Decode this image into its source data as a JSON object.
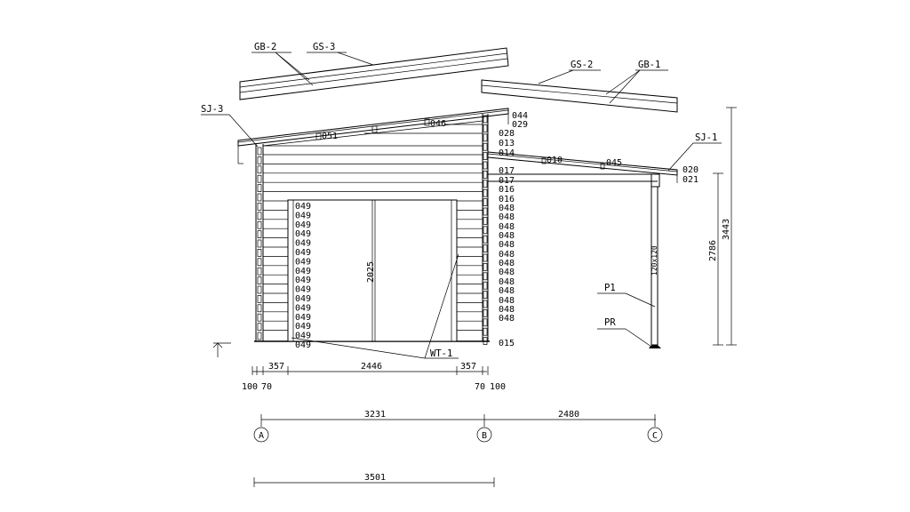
{
  "roof_labels": {
    "gb2": "GB-2",
    "gs3": "GS-3",
    "gs2": "GS-2",
    "gb1": "GB-1",
    "sj3": "SJ-3",
    "sj1": "SJ-1"
  },
  "right_wall_codes": [
    "044",
    "029",
    "028",
    "013",
    "014",
    "017",
    "017",
    "016",
    "016",
    "048",
    "048",
    "048",
    "048",
    "048",
    "048",
    "048",
    "048",
    "048",
    "048",
    "048",
    "048",
    "048",
    "015"
  ],
  "left_opening_codes": [
    "049",
    "049",
    "049",
    "049",
    "049",
    "049",
    "049",
    "049",
    "049",
    "049",
    "049",
    "049",
    "049",
    "049",
    "049",
    "049"
  ],
  "roof_codes": {
    "top1": "051",
    "top2": "046",
    "canopy1": "010",
    "canopy2": "045",
    "canopy_end1": "020",
    "canopy_end2": "021"
  },
  "heights": {
    "door": "2025",
    "post": "120x120",
    "canopy_height": "2786",
    "total_height": "3443"
  },
  "element_labels": {
    "window_tag": "WT-1",
    "post": "P1",
    "post_base": "PR"
  },
  "dimensions": {
    "wall_left": "357",
    "opening": "2446",
    "wall_right": "357",
    "thick_left_a": "100",
    "thick_left_b": "70",
    "thick_right_a": "70",
    "thick_right_b": "100",
    "axis_ab": "3231",
    "axis_bc": "2480",
    "overall": "3501"
  },
  "axes": [
    "A",
    "B",
    "C"
  ]
}
